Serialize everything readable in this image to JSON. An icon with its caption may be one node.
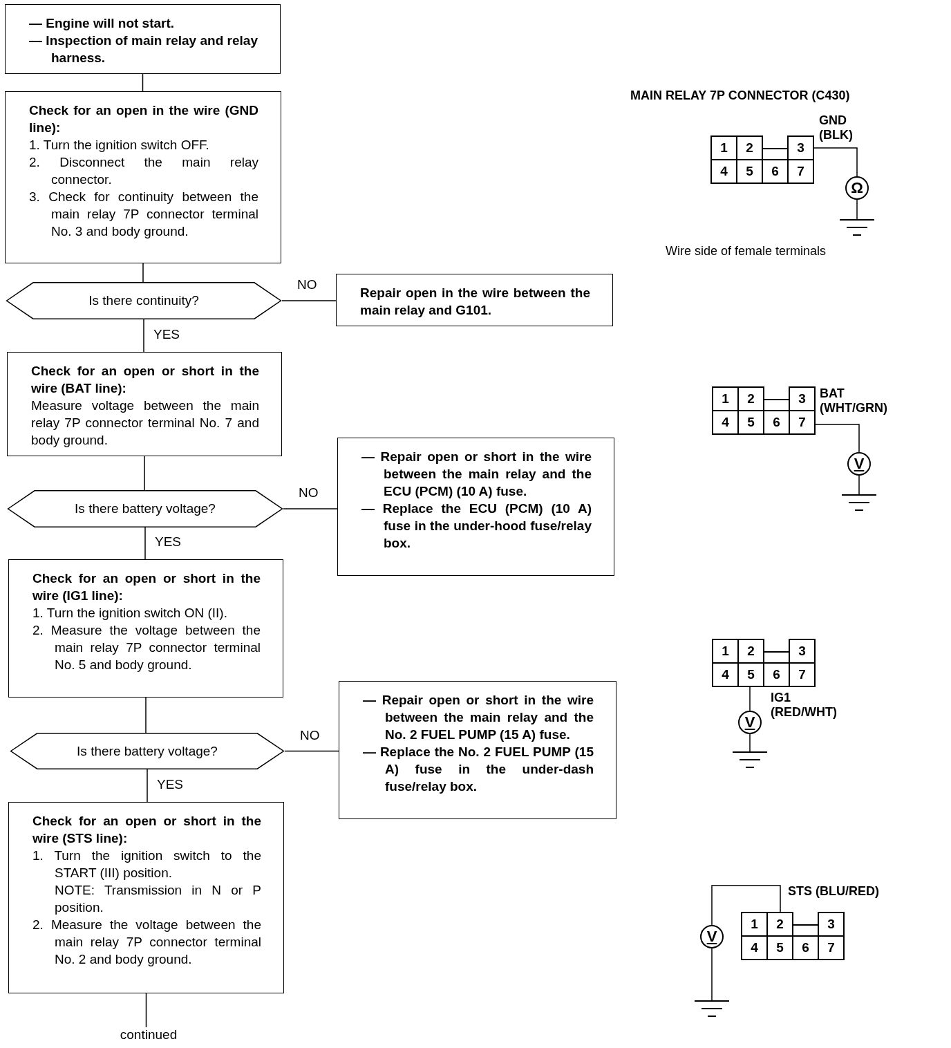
{
  "diagram": {
    "nodes": [
      {
        "text": [
          "— Engine will not start.",
          "— Inspection of main relay and relay harness."
        ]
      },
      {
        "text": [
          "Check for an open in the wire (GND line):",
          "1. Turn the ignition switch OFF.",
          "2. Disconnect the main relay connector.",
          "3. Check for continuity between the main relay 7P connector terminal No. 3 and body ground."
        ]
      },
      {
        "text": [
          "Is there continuity?"
        ]
      },
      {
        "text": [
          "Repair open in the wire between the main relay and G101."
        ]
      },
      {
        "text": [
          "Check for an open or short in the wire (BAT line):",
          "Measure voltage between the main relay 7P connector terminal No. 7 and body ground."
        ]
      },
      {
        "text": [
          "Is there battery voltage?"
        ]
      },
      {
        "text": [
          "— Repair open or short in the wire between the main relay and the ECU (PCM) (10 A) fuse.",
          "— Replace the ECU (PCM) (10 A) fuse in the under-hood fuse/relay box."
        ]
      },
      {
        "text": [
          "Check for an open or short in the wire (IG1 line):",
          "1. Turn the ignition switch ON (II).",
          "2. Measure the voltage between the main relay 7P connector terminal No. 5 and body ground."
        ]
      },
      {
        "text": [
          "Is there battery voltage?"
        ]
      },
      {
        "text": [
          "— Repair open or short in the wire between the main relay and the No. 2 FUEL PUMP (15 A) fuse.",
          "— Replace the No. 2 FUEL PUMP (15 A) fuse in the under-dash fuse/relay box."
        ]
      },
      {
        "text": [
          "Check for an open or short in the wire (STS line):",
          "1. Turn the ignition switch to the START (III) position.",
          "NOTE: Transmission in N or P position.",
          "2. Measure the voltage between the main relay 7P connector terminal No. 2 and body ground."
        ]
      },
      {
        "text": [
          "continued"
        ]
      }
    ],
    "edges": [
      {
        "from": 0,
        "to": 1,
        "arrow": "none"
      },
      {
        "from": 1,
        "to": 2,
        "arrow": "none"
      },
      {
        "from": 2,
        "to": 3,
        "arrow": "none",
        "label": "NO"
      },
      {
        "from": 2,
        "to": 4,
        "arrow": "none",
        "label": "YES"
      },
      {
        "from": 4,
        "to": 5,
        "arrow": "none"
      },
      {
        "from": 5,
        "to": 6,
        "arrow": "none",
        "label": "NO"
      },
      {
        "from": 5,
        "to": 7,
        "arrow": "none",
        "label": "YES"
      },
      {
        "from": 7,
        "to": 8,
        "arrow": "none"
      },
      {
        "from": 8,
        "to": 9,
        "arrow": "none",
        "label": "NO"
      },
      {
        "from": 8,
        "to": 10,
        "arrow": "none",
        "label": "YES"
      },
      {
        "from": 10,
        "to": 11,
        "arrow": "none"
      }
    ],
    "labels": [
      "MAIN RELAY 7P CONNECTOR (C430)",
      "GND (BLK)",
      "1",
      "2",
      "3",
      "4",
      "5",
      "6",
      "7",
      "Ω",
      "Wire side of female terminals",
      "BAT (WHT/GRN)",
      "1",
      "2",
      "3",
      "4",
      "5",
      "6",
      "7",
      "V",
      "1",
      "2",
      "3",
      "4",
      "5",
      "6",
      "7",
      "IG1 (RED/WHT)",
      "V",
      "STS (BLU/RED)",
      "1",
      "2",
      "3",
      "4",
      "5",
      "6",
      "7",
      "V"
    ]
  }
}
